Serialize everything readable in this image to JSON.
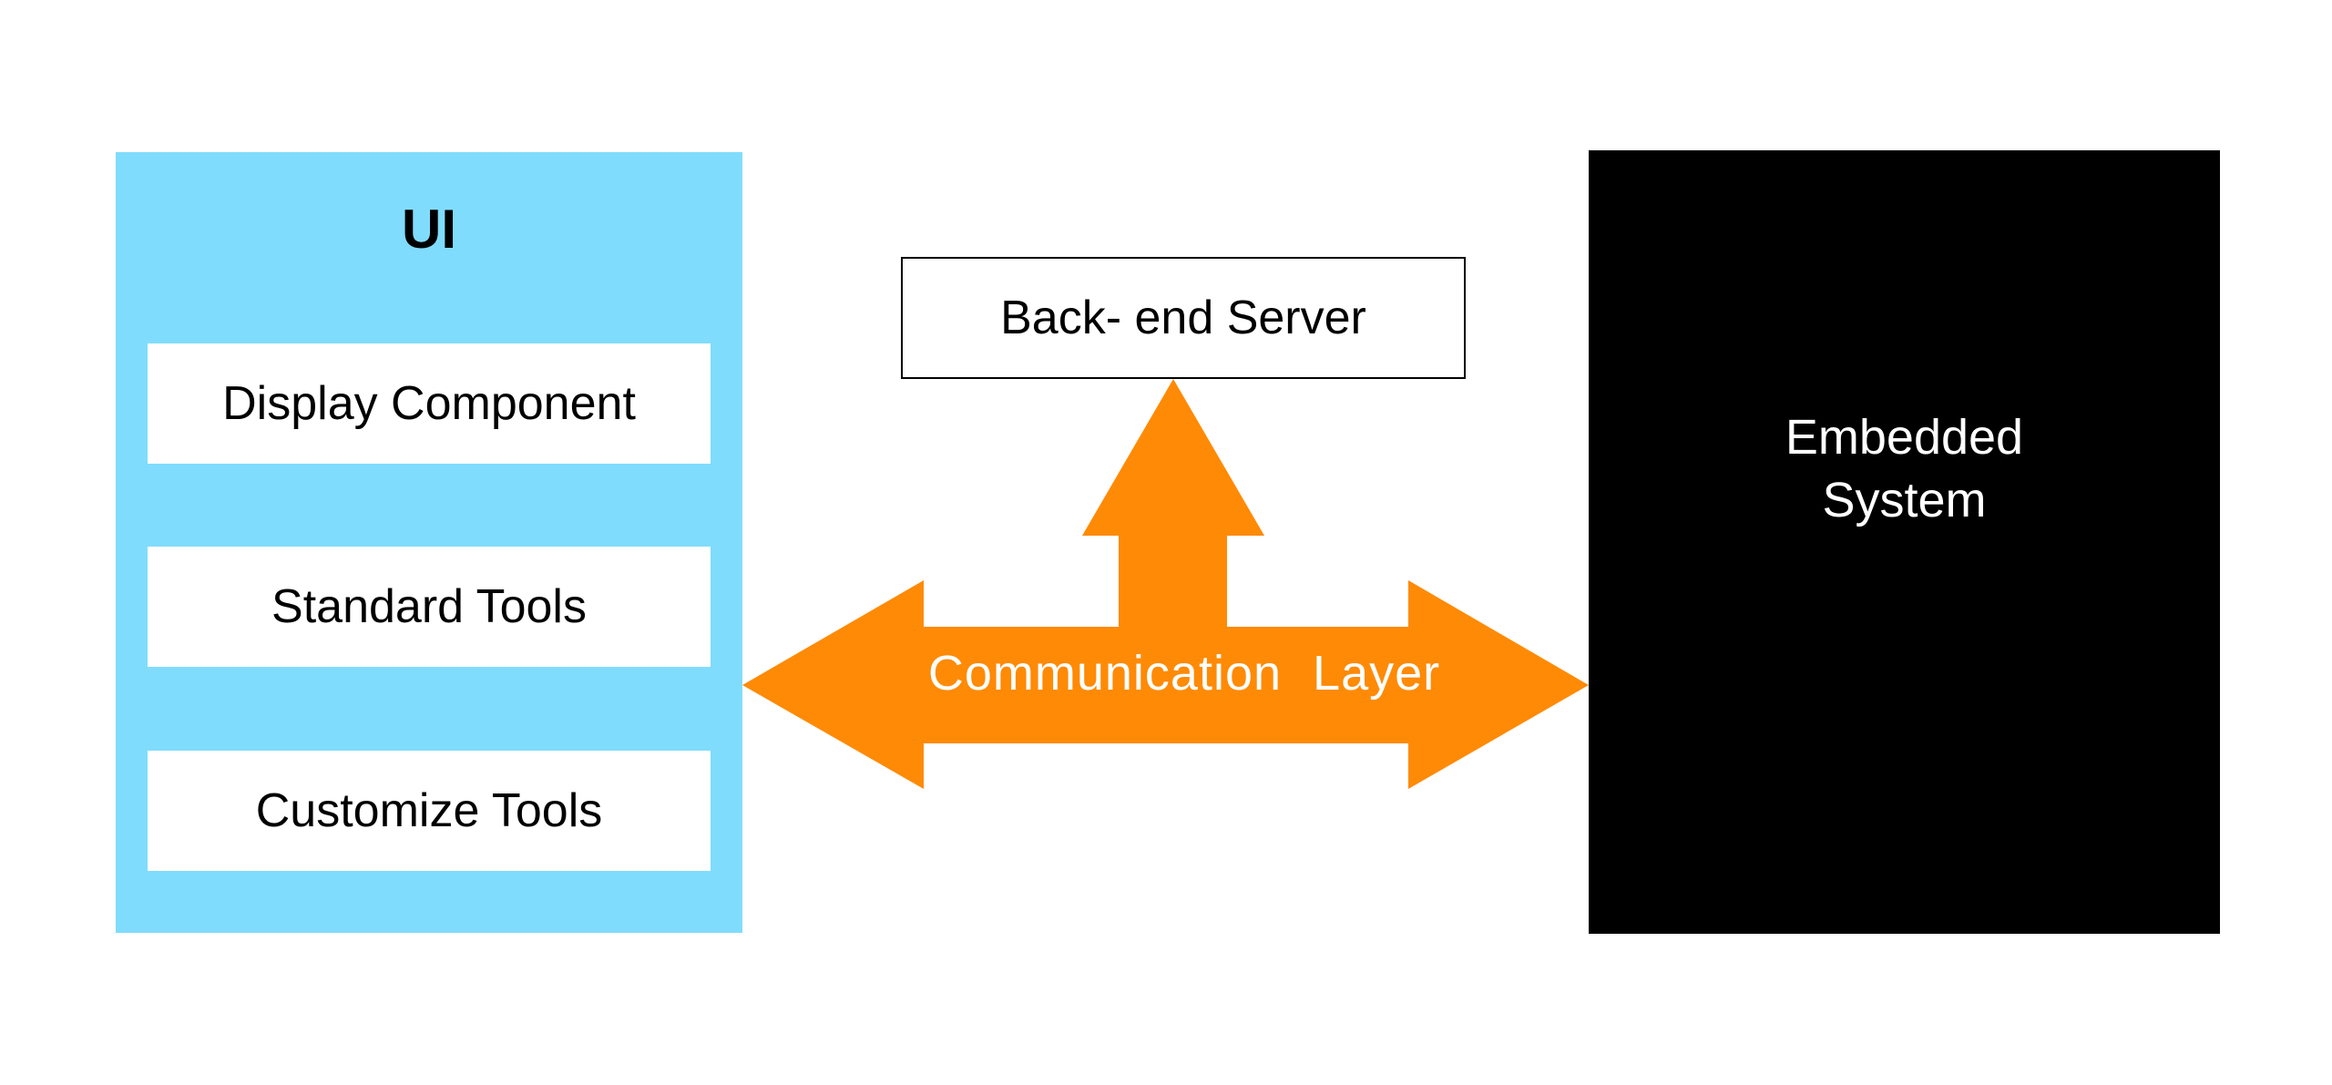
{
  "ui": {
    "title": "UI",
    "components": [
      "Display Component",
      "Standard Tools",
      "Customize Tools"
    ]
  },
  "server": {
    "label": "Back- end Server"
  },
  "embedded": {
    "label": "Embedded System"
  },
  "communication": {
    "label": "Communication  Layer"
  },
  "colors": {
    "ui_panel": "#80dcfc",
    "arrow": "#ff8a05",
    "embedded_panel": "#000000"
  }
}
